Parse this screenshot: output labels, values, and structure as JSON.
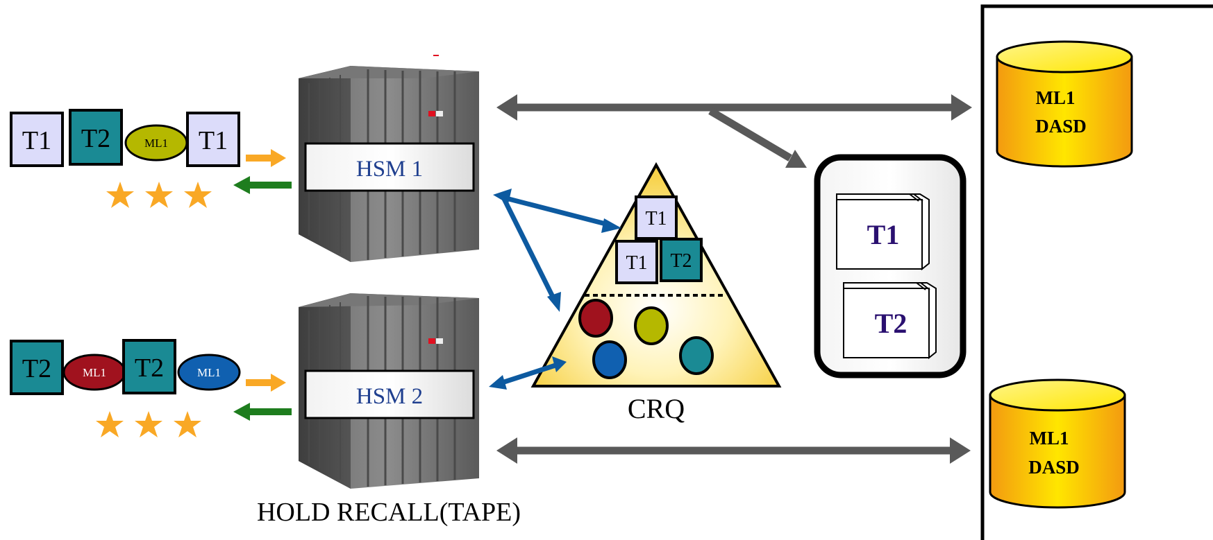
{
  "hsm1": {
    "label": "HSM 1"
  },
  "hsm2": {
    "label": "HSM 2"
  },
  "queue1": {
    "items": [
      {
        "type": "tape",
        "label": "T1",
        "color": "#dcdcfa"
      },
      {
        "type": "tape",
        "label": "T2",
        "color": "#1a8a94"
      },
      {
        "type": "ml1",
        "label": "ML1",
        "color": "#b5b800"
      },
      {
        "type": "tape",
        "label": "T1",
        "color": "#dcdcfa"
      }
    ]
  },
  "queue2": {
    "items": [
      {
        "type": "tape",
        "label": "T2",
        "color": "#1a8a94"
      },
      {
        "type": "ml1",
        "label": "ML1",
        "color": "#a0121e"
      },
      {
        "type": "tape",
        "label": "T2",
        "color": "#1a8a94"
      },
      {
        "type": "ml1",
        "label": "ML1",
        "color": "#1060b0"
      }
    ]
  },
  "crq": {
    "label": "CRQ",
    "tapes": [
      "T1",
      "T1",
      "T2"
    ]
  },
  "tape_library": {
    "tapes": [
      "T1",
      "T2"
    ]
  },
  "dasd": [
    {
      "line1": "ML1",
      "line2": "DASD"
    },
    {
      "line1": "ML1",
      "line2": "DASD"
    }
  ],
  "caption": "HOLD RECALL(TAPE)",
  "colors": {
    "arrow_gray": "#595959",
    "arrow_blue": "#0d5aa0",
    "arrow_orange": "#f9a825",
    "arrow_green": "#1e7d1e",
    "star": "#f9a825",
    "hsm_text": "#1f3f8f",
    "tape_text": "#2a1070"
  }
}
